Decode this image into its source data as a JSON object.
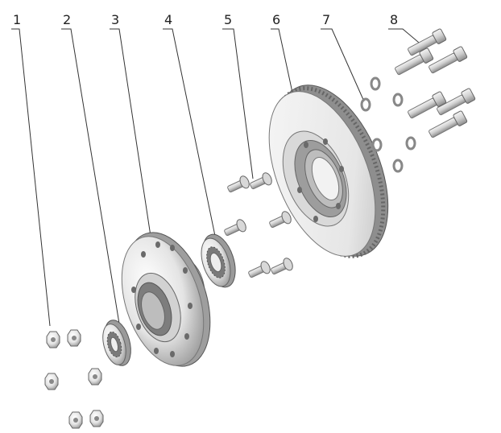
{
  "callouts": [
    {
      "label": "1"
    },
    {
      "label": "2"
    },
    {
      "label": "3"
    },
    {
      "label": "4"
    },
    {
      "label": "5"
    },
    {
      "label": "6"
    },
    {
      "label": "7"
    },
    {
      "label": "8"
    }
  ],
  "colors": {
    "line": "#333333",
    "metal_light": "#f2f2f2",
    "metal_mid": "#c8c8c8",
    "metal_dark": "#8a8a8a",
    "outline": "#555555"
  }
}
